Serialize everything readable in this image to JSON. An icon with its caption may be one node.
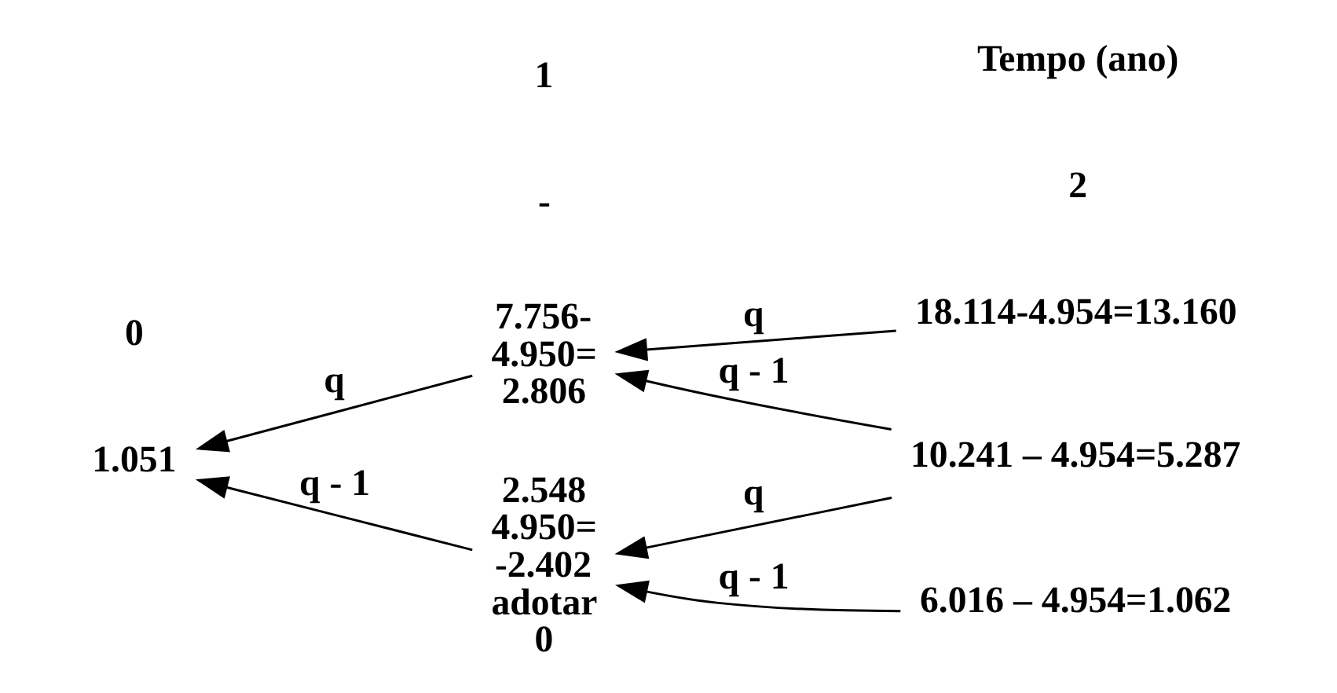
{
  "diagram": {
    "nodes": [
      {
        "text": [
          "1.051"
        ]
      },
      {
        "text": [
          "7.756- 4.950= 2.806"
        ]
      },
      {
        "text": [
          "2.548 4.950= -2.402 adotar 0"
        ]
      },
      {
        "text": [
          "18.114-4.954=13.160"
        ]
      },
      {
        "text": [
          "10.241 – 4.954=5.287"
        ]
      },
      {
        "text": [
          "6.016 – 4.954=1.062"
        ]
      }
    ],
    "edges": [
      {
        "from": 3,
        "to": 1,
        "arrow": "to",
        "label": "q"
      },
      {
        "from": 4,
        "to": 1,
        "arrow": "to",
        "label": "q - 1"
      },
      {
        "from": 4,
        "to": 2,
        "arrow": "to",
        "label": "q"
      },
      {
        "from": 5,
        "to": 2,
        "arrow": "to",
        "label": "q - 1"
      },
      {
        "from": 1,
        "to": 0,
        "arrow": "to",
        "label": "q"
      },
      {
        "from": 2,
        "to": 0,
        "arrow": "to",
        "label": "q - 1"
      }
    ],
    "labels": [
      "-",
      "0",
      "1",
      "2",
      "Tempo (ano)"
    ]
  }
}
